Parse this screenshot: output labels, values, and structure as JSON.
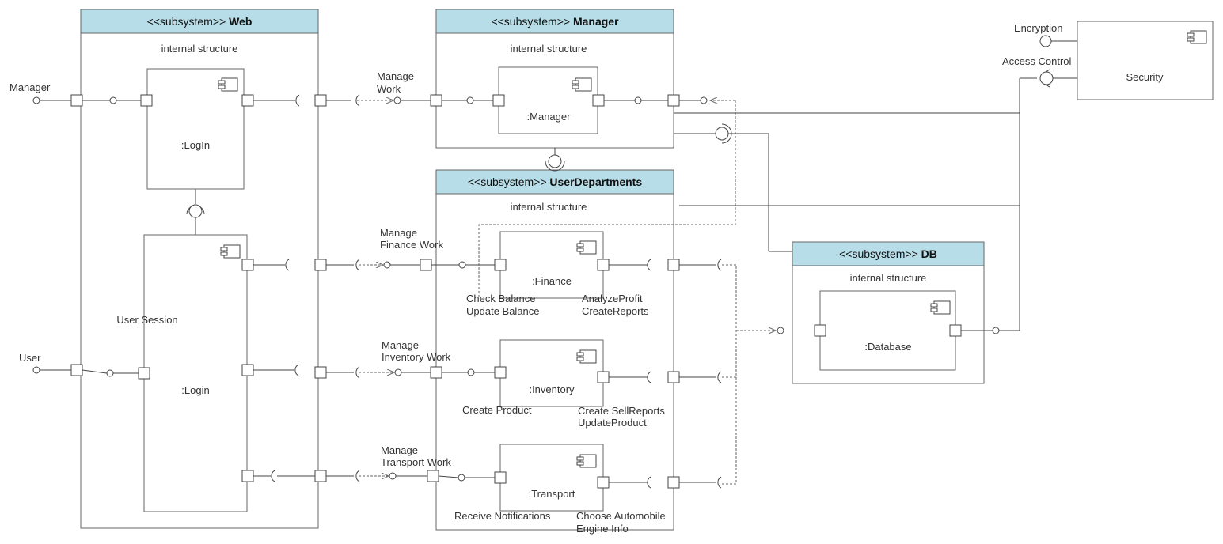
{
  "colors": {
    "header_fill": "#b7dde8",
    "stroke": "#444444",
    "text": "#333333"
  },
  "icons": {
    "component": "component-icon"
  },
  "subsystems": {
    "web": {
      "stereotype": "<<subsystem>> ",
      "name": "Web",
      "subtitle": "internal structure"
    },
    "manager": {
      "stereotype": "<<subsystem>> ",
      "name": "Manager",
      "subtitle": "internal structure"
    },
    "user_departments": {
      "stereotype": "<<subsystem>> ",
      "name": "UserDepartments",
      "subtitle": "internal structure"
    },
    "db": {
      "stereotype": "<<subsystem>> ",
      "name": "DB",
      "subtitle": "internal structure"
    }
  },
  "components": {
    "login_top": ":LogIn",
    "user_session": "User Session",
    "login_bottom": ":Login",
    "manager": ":Manager",
    "finance": ":Finance",
    "inventory": ":Inventory",
    "transport": ":Transport",
    "database": ":Database",
    "security": "Security"
  },
  "actors": {
    "manager": "Manager",
    "user": "User"
  },
  "interfaces": {
    "encryption": "Encryption",
    "access_control": "Access Control",
    "manage_work": [
      "Manage",
      "Work"
    ],
    "manage_finance": [
      "Manage",
      "Finance Work"
    ],
    "manage_inventory": [
      "Manage",
      "Inventory Work"
    ],
    "manage_transport": [
      "Manage",
      "Transport Work"
    ],
    "finance_left": [
      "Check Balance",
      "Update Balance"
    ],
    "finance_right": [
      "AnalyzeProfit",
      "CreateReports"
    ],
    "inventory_left": "Create Product",
    "inventory_right": [
      "Create SellReports",
      "UpdateProduct"
    ],
    "transport_left": "Receive Notifications",
    "transport_right": [
      "Choose Automobile",
      "Engine Info"
    ]
  }
}
